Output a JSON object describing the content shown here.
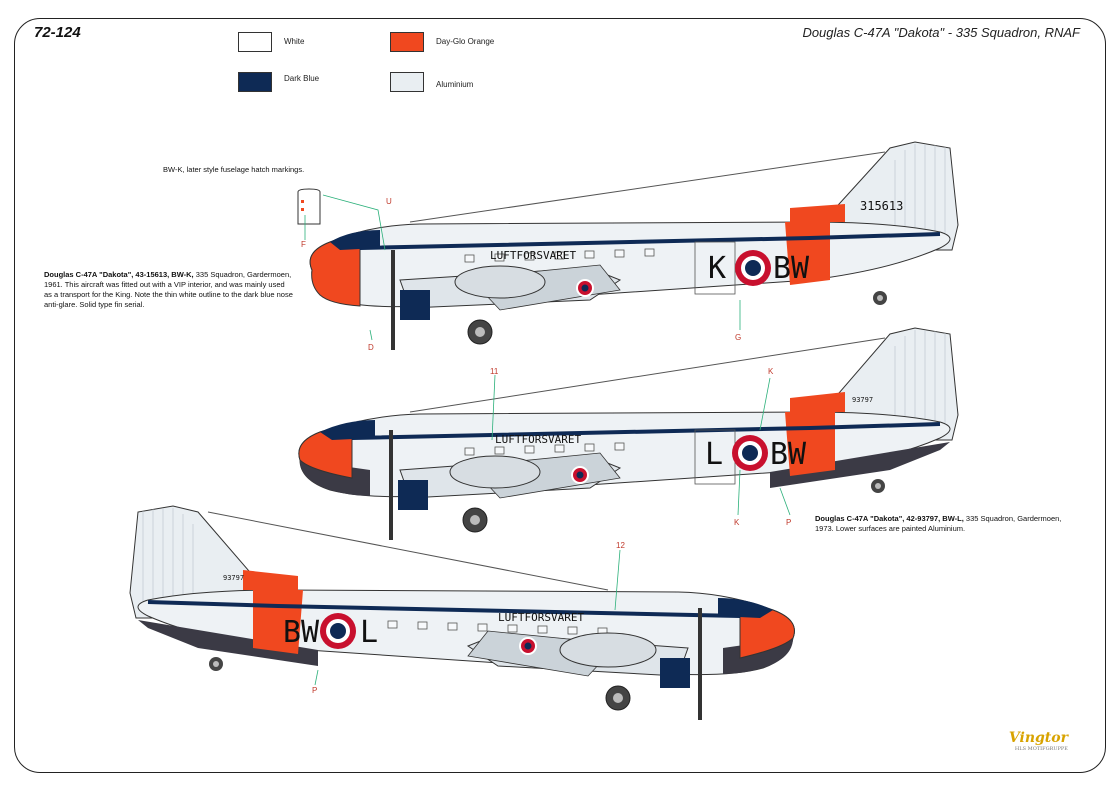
{
  "header": {
    "code": "72-124",
    "title": "Douglas C-47A \"Dakota\" - 335 Squadron, RNAF"
  },
  "legend": [
    {
      "label": "White",
      "color": "#ffffff"
    },
    {
      "label": "Day-Glo Orange",
      "color": "#f0481f"
    },
    {
      "label": "Dark Blue",
      "color": "#0e2a55"
    },
    {
      "label": "Aluminium",
      "color": "#e9eef2"
    }
  ],
  "hatch_note": "BW-K, later style fuselage hatch markings.",
  "aircraft1": {
    "title": "Douglas C-47A \"Dakota\", 43-15613, BW-K,",
    "text": " 335 Squadron, Gardermoen, 1961. This aircraft was fitted out with a VIP interior, and was mainly used as a transport for the King. Note the thin white outline to the dark blue nose anti-glare. Solid type fin serial.",
    "serial": "315613",
    "code_left": "K",
    "code_right": "BW",
    "fuselage_text": "LUFTFORSVARET"
  },
  "aircraft2": {
    "title": "Douglas C-47A \"Dakota\", 42-93797, BW-L,",
    "text": " 335 Squadron, Gardermoen, 1973. Lower surfaces are painted Aluminium.",
    "serial": "93797",
    "code_left": "L",
    "code_right": "BW",
    "fuselage_text": "LUFTFORSVARET"
  },
  "aircraft3": {
    "serial": "93797",
    "code_left": "BW",
    "code_right": "L",
    "fuselage_text": "LUFTFORSVARET"
  },
  "callouts": {
    "u": "U",
    "f": "F",
    "d": "D",
    "g": "G",
    "n11": "11",
    "k_top": "K",
    "k_bottom": "K",
    "p_mid": "P",
    "n12": "12",
    "p_bottom": "P"
  },
  "logo": {
    "name": "Vingtor",
    "sub": "HLS MOTIFGRUPPE"
  }
}
